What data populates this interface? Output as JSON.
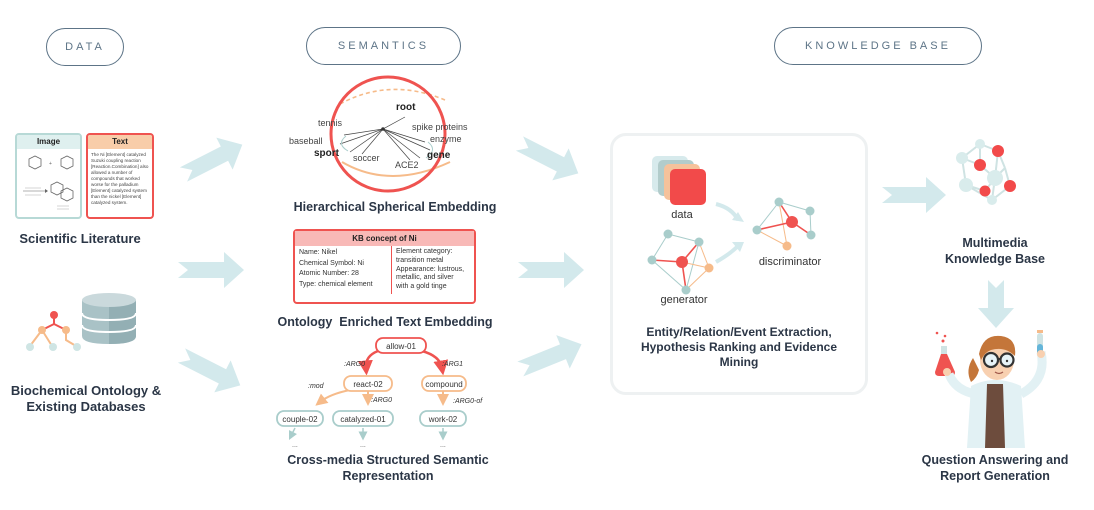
{
  "columns": {
    "data": "DATA",
    "semantics": "SEMANTICS",
    "knowledge_base": "KNOWLEDGE BASE"
  },
  "data_sources": {
    "scientific_literature": {
      "label": "Scientific Literature",
      "image_card_title": "Image",
      "text_card_title": "Text",
      "text_card_body": "The Ni [Element] catalyzed Suzuki coupling reaction [Reaction.Combination] also allowed a number of compounds that worked worse for the palladium [Element] catalyzed system than the nickel [Element] catalyzed system."
    },
    "biochemical": {
      "label_line1": "Biochemical Ontology &",
      "label_line2": "Existing Databases"
    }
  },
  "semantics": {
    "spherical": {
      "label": "Hierarchical Spherical Embedding",
      "words": {
        "root": "root",
        "tennis": "tennis",
        "baseball": "baseball",
        "sport": "sport",
        "soccer": "soccer",
        "spike": "spike proteins",
        "enzyme": "enzyme",
        "gene": "gene",
        "ace2": "ACE2"
      }
    },
    "ontology": {
      "label": "Ontology  Enriched Text Embedding",
      "kb_title": "KB concept of Ni",
      "left": [
        "Name: Nikel",
        "Chemical Symbol: Ni",
        "Atomic Number: 28",
        "Type: chemical element"
      ],
      "right": [
        "Element category:",
        "transition metal",
        "Appearance: lustrous,",
        "metallic, and silver",
        "with a gold tinge"
      ]
    },
    "amr": {
      "label_line1": "Cross-media Structured Semantic",
      "label_line2": "Representation",
      "nodes": {
        "allow": "allow-01",
        "react": "react-02",
        "compound": "compound",
        "couple": "couple-02",
        "catalyzed": "catalyzed-01",
        "work": "work-02"
      },
      "edges": {
        "arg0_top": ":ARG0",
        "arg1_top": ":ARG1",
        "mod": ":mod",
        "arg0_mid": ":ARG0",
        "arg0_of": ":ARG0-of"
      },
      "ellipsis": "..."
    }
  },
  "extraction": {
    "data_label": "data",
    "generator_label": "generator",
    "discriminator_label": "discriminator",
    "caption_line1": "Entity/Relation/Event Extraction,",
    "caption_line2": "Hypothesis Ranking and Evidence",
    "caption_line3": "Mining"
  },
  "outputs": {
    "kb_line1": "Multimedia",
    "kb_line2": "Knowledge Base",
    "qa_line1": "Question Answering and",
    "qa_line2": "Report Generation"
  },
  "colors": {
    "red": "#ef5350",
    "orange": "#f6bb8a",
    "teal": "#a9cdcb",
    "arrow": "#d3e9ec",
    "text": "#2b3646"
  }
}
